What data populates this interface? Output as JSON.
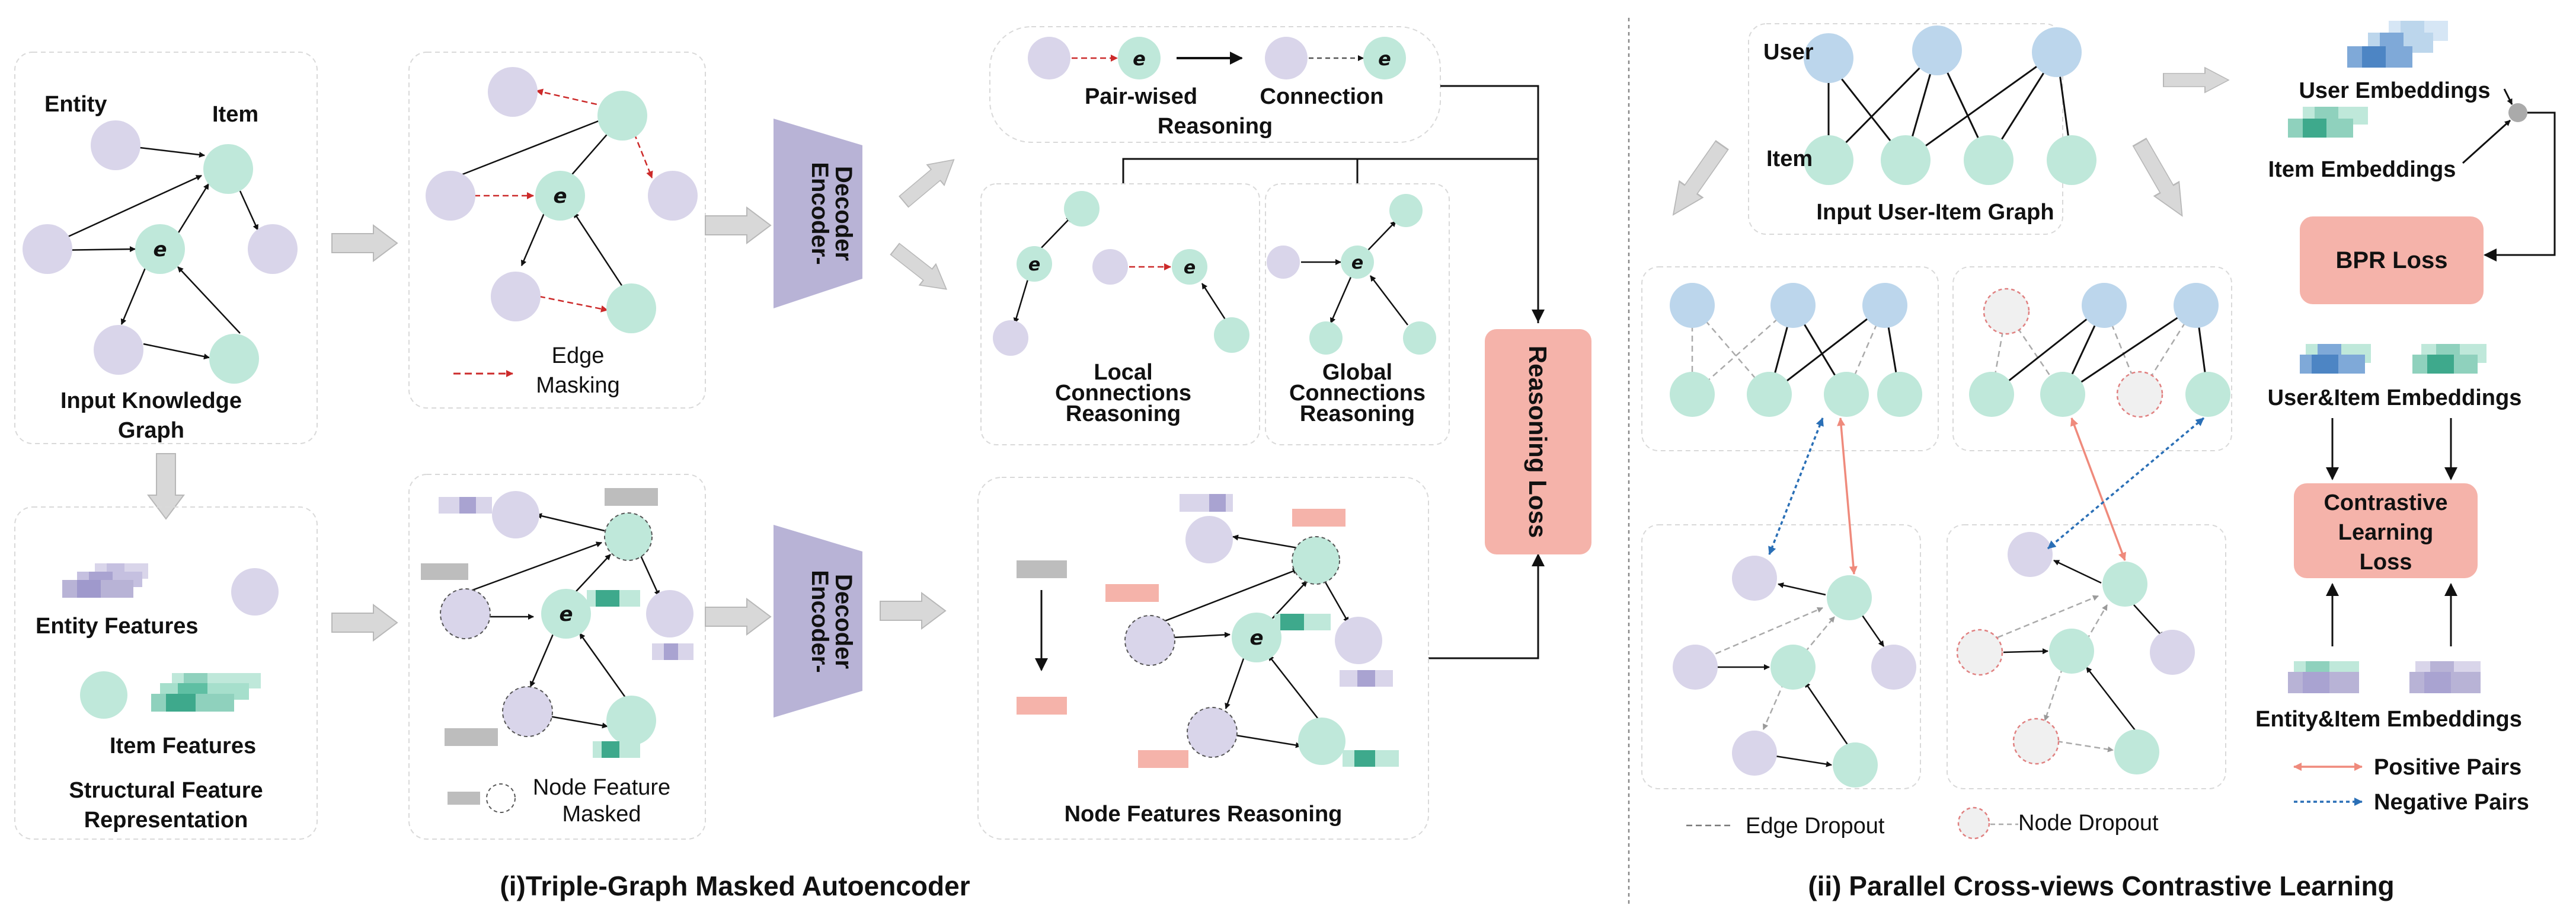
{
  "colors": {
    "entity_node": "#d9d5ea",
    "item_node": "#bfe8da",
    "user_node": "#bcd6ec",
    "masked_node": "#e4e4e4",
    "encoder": "#b8b3d6",
    "loss_box": "#f5b3aa",
    "positive_pairs": "#ef8a7c",
    "negative_pairs": "#2a6fb6",
    "edge_mask": "#cc2a2a",
    "gray_arrow": "#d6d6d6",
    "panel_border": "#d9d9d9"
  },
  "node_symbol": "e",
  "part1": {
    "input_kg": {
      "entity_label": "Entity",
      "item_label": "Item",
      "caption_line1": "Input Knowledge",
      "caption_line2": "Graph"
    },
    "struct_features": {
      "entity_features": "Entity Features",
      "item_features": "Item Features",
      "caption_line1": "Structural Feature",
      "caption_line2": "Representation"
    },
    "edge_masking": {
      "line1": "Edge",
      "line2": "Masking"
    },
    "node_feature_masked": {
      "line1": "Node Feature",
      "line2": "Masked"
    },
    "encoder_top_line1": "Encoder-",
    "encoder_top_line2": "Decoder",
    "encoder_bottom_line1": "Encoder-",
    "encoder_bottom_line2": "Decoder",
    "pairwise": {
      "pair_wised": "Pair-wised",
      "connection": "Connection",
      "reasoning": "Reasoning"
    },
    "local": {
      "line1": "Local",
      "line2": "Connections",
      "line3": "Reasoning"
    },
    "global": {
      "line1": "Global",
      "line2": "Connections",
      "line3": "Reasoning"
    },
    "node_features_reasoning": "Node Features Reasoning",
    "reasoning_loss": "Reasoning Loss",
    "caption": "(i)Triple-Graph Masked Autoencoder"
  },
  "part2": {
    "user_label": "User",
    "item_label": "Item",
    "input_ui_graph": "Input User-Item Graph",
    "user_embeddings": "User Embeddings",
    "item_embeddings": "Item Embeddings",
    "bpr_loss": "BPR Loss",
    "ui_embeddings": "User&Item Embeddings",
    "contrastive_line1": "Contrastive",
    "contrastive_line2": "Learning",
    "contrastive_line3": "Loss",
    "ei_embeddings": "Entity&Item Embeddings",
    "positive_pairs": "Positive Pairs",
    "negative_pairs": "Negative Pairs",
    "edge_dropout": "Edge Dropout",
    "node_dropout": "Node Dropout",
    "caption": "(ii) Parallel  Cross-views Contrastive Learning"
  }
}
